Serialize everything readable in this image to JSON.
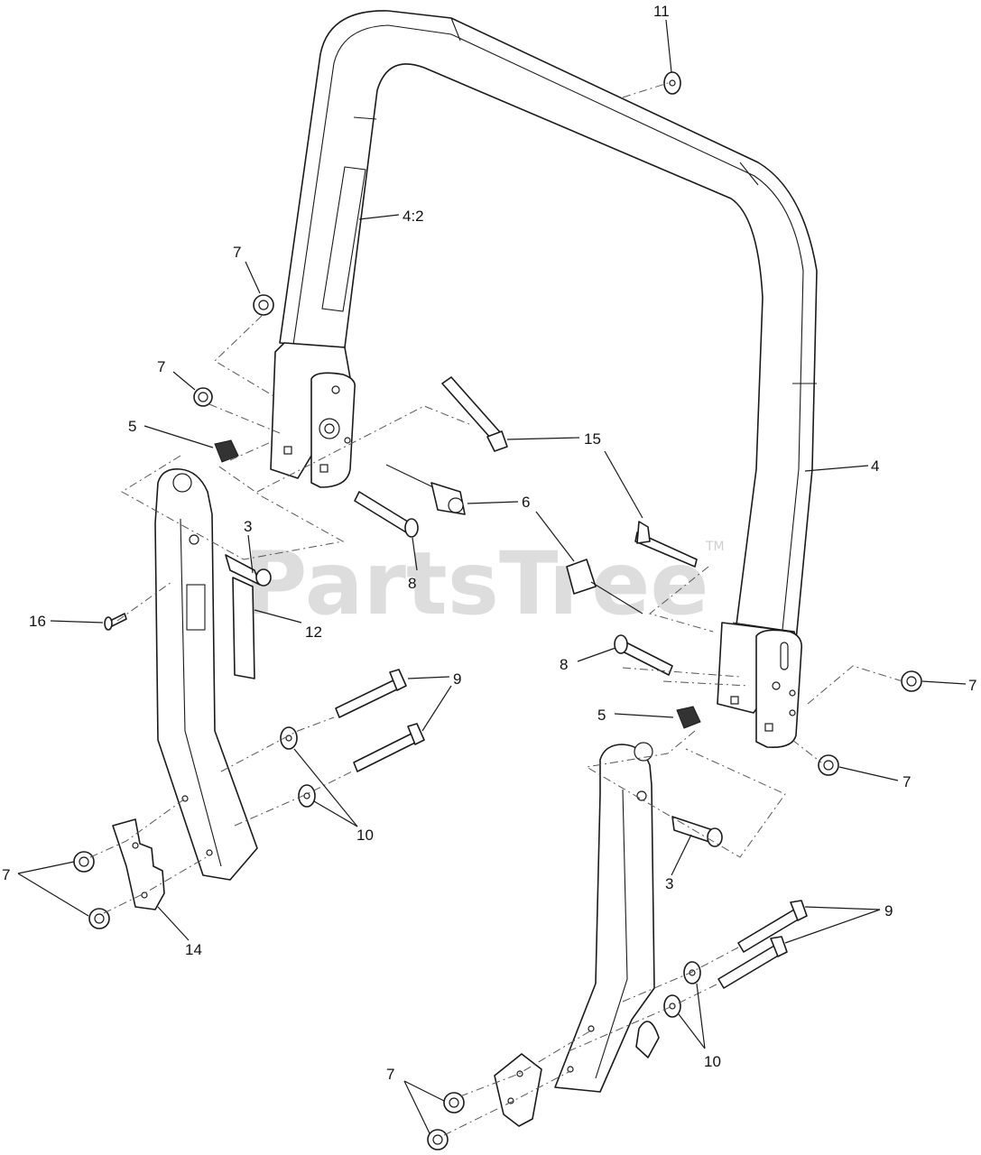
{
  "watermark": {
    "text": "PartsTree",
    "trademark": "TM"
  },
  "callouts": {
    "c11": "11",
    "c4_2": "4:2",
    "c7a": "7",
    "c7b": "7",
    "c5a": "5",
    "c15": "15",
    "c4": "4",
    "c6": "6",
    "c3a": "3",
    "c8a": "8",
    "c16": "16",
    "c12": "12",
    "c9a": "9",
    "c8b": "8",
    "c7c": "7",
    "c5b": "5",
    "c7d": "7",
    "c10a": "10",
    "c7e": "7",
    "c14": "14",
    "c3b": "3",
    "c9b": "9",
    "c10b": "10",
    "c7f": "7"
  }
}
